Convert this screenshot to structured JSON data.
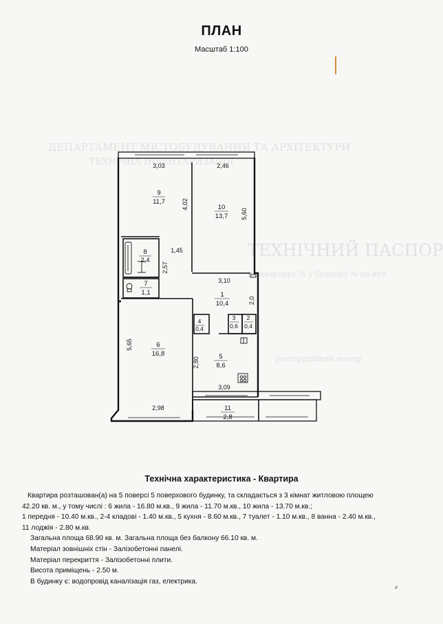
{
  "header": {
    "title": "ПЛАН",
    "scale": "Масштаб 1:100"
  },
  "plan": {
    "rooms": [
      {
        "num": "9",
        "area": "11,7"
      },
      {
        "num": "10",
        "area": "13,7"
      },
      {
        "num": "8",
        "area": "2,4"
      },
      {
        "num": "7",
        "area": "1,1"
      },
      {
        "num": "1",
        "area": "10,4"
      },
      {
        "num": "4",
        "area": "0,4"
      },
      {
        "num": "3",
        "area": "0,6"
      },
      {
        "num": "2",
        "area": "0,4"
      },
      {
        "num": "6",
        "area": "16,8"
      },
      {
        "num": "5",
        "area": "8,6"
      },
      {
        "num": "11",
        "area": "2,8"
      }
    ],
    "dimensions": [
      "3,03",
      "2,46",
      "4,02",
      "5,60",
      "1,45",
      "2,57",
      "3,10",
      "2,0",
      "5,65",
      "2,80",
      "3,09",
      "2,98"
    ]
  },
  "characteristics": {
    "heading": "Технічна характеристика - Квартира",
    "lines": [
      "Квартира розташован(а) на 5 поверсі 5 поверхового будинку, та складається з 3 кімнат житловою площею",
      "42.20 кв. м., у тому числі : 6 жила - 16.80 м.кв., 9 жила - 11.70 м.кв., 10 жила - 13.70 м.кв.;",
      "1 передня - 10.40 м.кв., 2-4 кладові - 1.40 м.кв., 5 кухня - 8.60 м.кв., 7 туалет - 1.10 м.кв., 8 ванна - 2.40 м.кв.,",
      "11 лоджія - 2.80 м.кв.",
      "Загальна площа 68.90 кв. м.  Загальна площа без балкону 66.10 кв. м.",
      "Матеріал зовнішніх стін - Залізобетонні панелі.",
      "Матеріал перекриття - Залізобетонні плити.",
      "Висота приміщень - 2.50 м.",
      "В будинку є: водопровід каналізація газ, електрика."
    ]
  },
  "footer_mark": "⸗"
}
